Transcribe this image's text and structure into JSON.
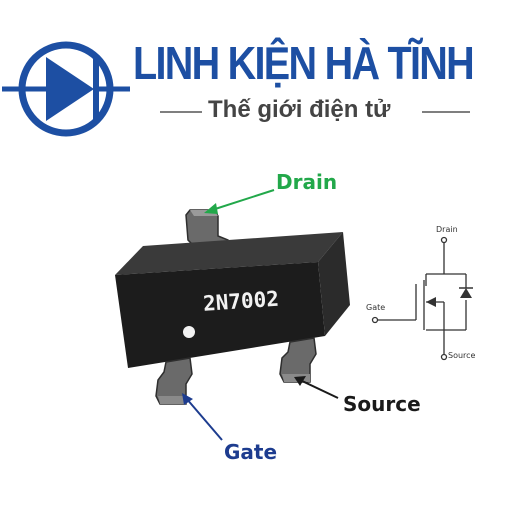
{
  "brand": {
    "name": "LINH KIỆN HÀ TĨNH",
    "tagline": "Thế giới điện tử",
    "color": "#1d4fa3",
    "logo_icon": "diode-symbol-icon"
  },
  "component": {
    "marking": "2N7002",
    "body_color": "#1c1c1c"
  },
  "pin_labels": {
    "drain": "Drain",
    "source": "Source",
    "gate": "Gate",
    "drain_color": "#22a84a",
    "gate_color": "#1d3c8f",
    "source_color": "#1a1a1a"
  },
  "schematic": {
    "drain": "Drain",
    "gate": "Gate",
    "source": "Source",
    "icon": "n-channel-mosfet-symbol-icon"
  }
}
